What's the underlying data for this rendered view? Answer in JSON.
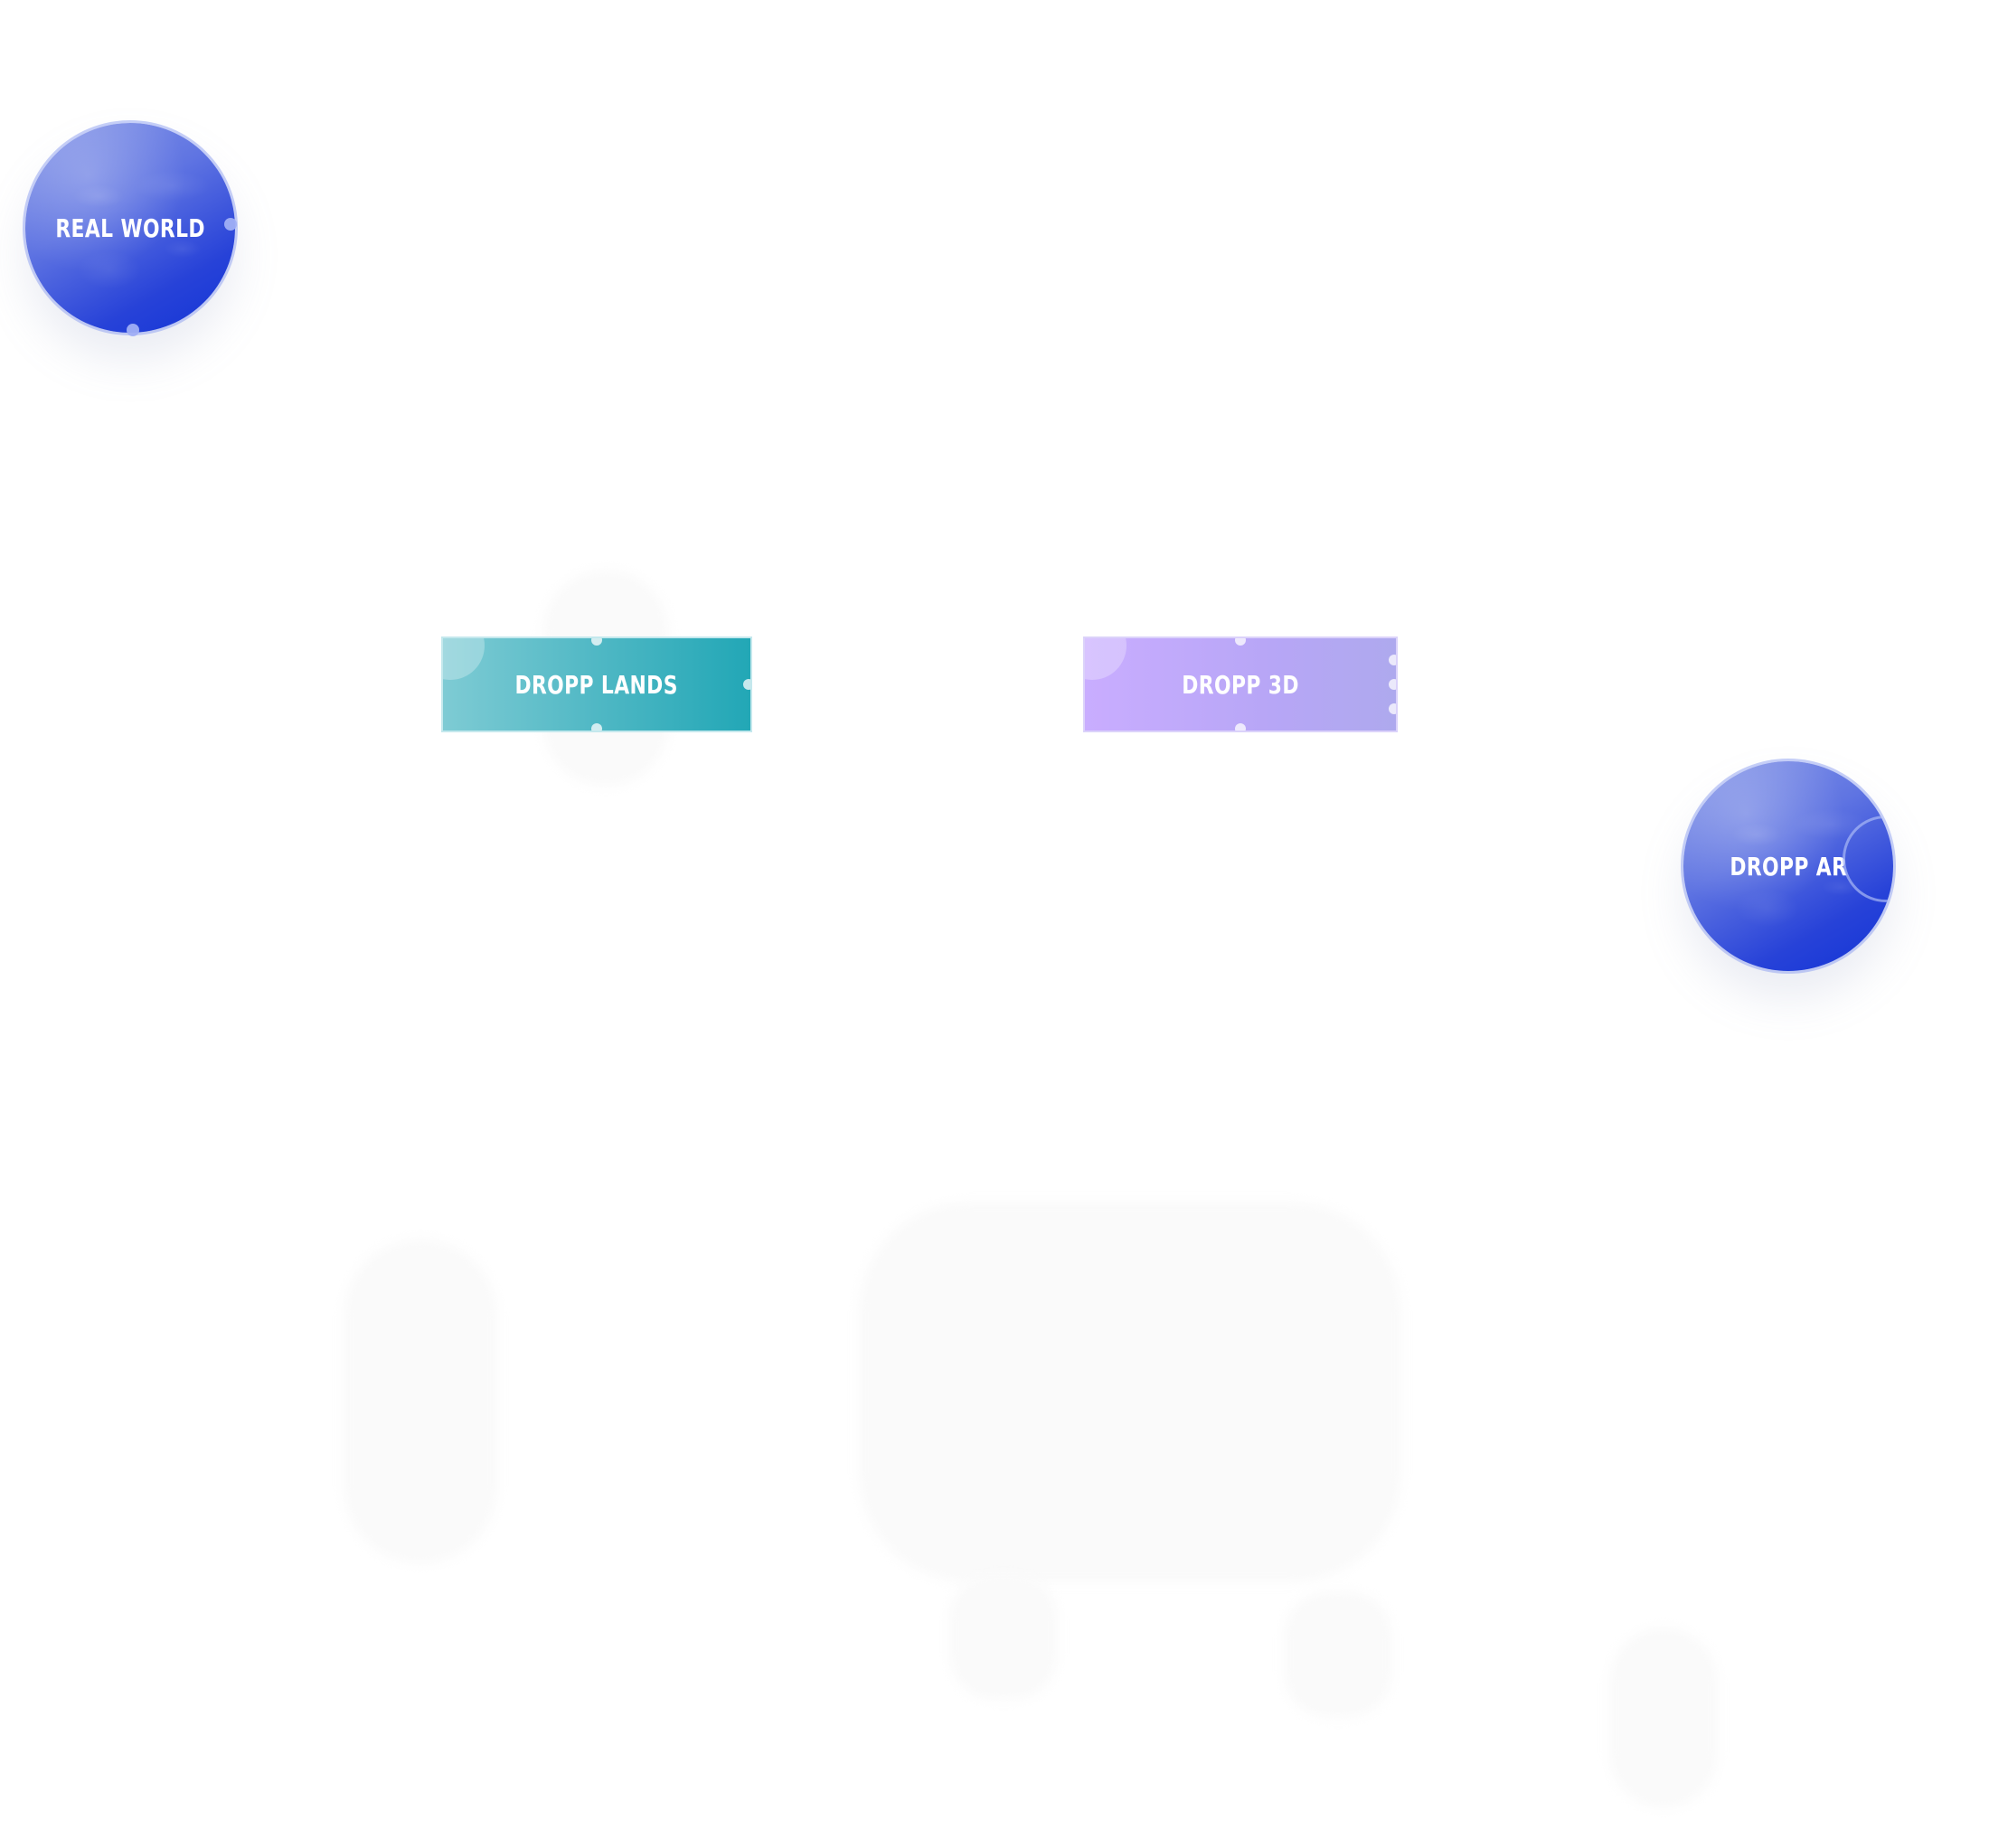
{
  "nodes": {
    "real_world": {
      "label": "REAL WORLD"
    },
    "dropp_lands": {
      "label": "DROPP LANDS"
    },
    "dropp_3d": {
      "label": "DROPP 3D"
    },
    "dropp_ar": {
      "label": "DROPP AR"
    }
  },
  "colors": {
    "globe_blue": "#2742d8",
    "lands_teal": "#22a7b6",
    "threed_lilac": "#c9adff"
  }
}
